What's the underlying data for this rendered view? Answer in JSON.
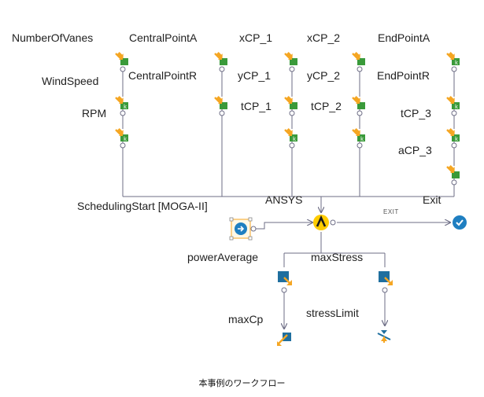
{
  "parameters": {
    "number_of_vanes": "NumberOfVanes",
    "wind_speed": "WindSpeed",
    "rpm": "RPM",
    "central_point_a": "CentralPointA",
    "central_point_r": "CentralPointR",
    "xcp_1": "xCP_1",
    "ycp_1": "yCP_1",
    "tcp_1": "tCP_1",
    "xcp_2": "xCP_2",
    "ycp_2": "yCP_2",
    "tcp_2": "tCP_2",
    "end_point_a": "EndPointA",
    "end_point_r": "EndPointR",
    "tcp_3": "tCP_3",
    "acp_3": "aCP_3"
  },
  "process": {
    "scheduling_start": "SchedulingStart [MOGA-II]",
    "ansys": "ANSYS",
    "exit_label": "Exit",
    "exit_flow_label": "EXIT"
  },
  "outputs": {
    "power_average": "powerAverage",
    "max_stress": "maxStress",
    "max_cp": "maxCp",
    "stress_limit": "stressLimit"
  },
  "caption": "本事例のワークフロー",
  "colors": {
    "node_green": "#3a9a3a",
    "node_orange": "#f5a623",
    "node_blue": "#1f6f9f",
    "line": "#6e6e86",
    "exit_blue": "#1f7fc1",
    "ansys_yellow": "#ffcc00"
  },
  "icons": {
    "input_node": "input-variable-icon",
    "input_node_k": "input-variable-k-icon",
    "output_node": "output-variable-icon",
    "objective_max": "objective-maximize-icon",
    "constraint": "constraint-icon",
    "ansys": "ansys-logo-icon",
    "exit": "exit-check-icon",
    "power_average": "power-average-script-icon"
  }
}
